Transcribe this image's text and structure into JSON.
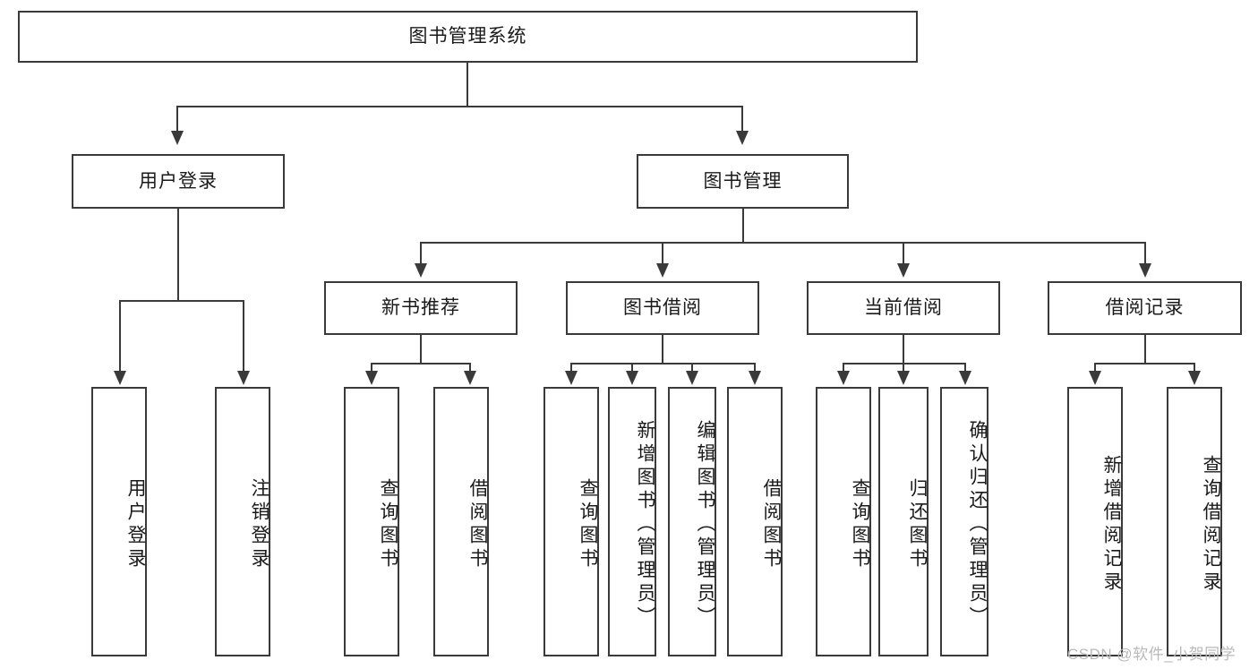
{
  "diagram": {
    "type": "tree-hierarchy-chart",
    "title": "图书管理系统",
    "orientation": "top-down",
    "colors": {
      "box_border": "#3a3a3a",
      "box_fill": "#ffffff",
      "connector": "#3a3a3a",
      "background": "#ffffff",
      "watermark": "#b9b9b9"
    },
    "root": {
      "label": "图书管理系统"
    },
    "level2": [
      {
        "id": "user-login",
        "label": "用户登录"
      },
      {
        "id": "book-management",
        "label": "图书管理"
      }
    ],
    "level3": [
      {
        "id": "new-book-recommend",
        "label": "新书推荐",
        "parent": "book-management"
      },
      {
        "id": "book-borrow",
        "label": "图书借阅",
        "parent": "book-management"
      },
      {
        "id": "current-borrow",
        "label": "当前借阅",
        "parent": "book-management"
      },
      {
        "id": "borrow-record",
        "label": "借阅记录",
        "parent": "book-management"
      }
    ],
    "leaves": {
      "user-login": [
        {
          "id": "leaf-user-login",
          "label": "用户登录"
        },
        {
          "id": "leaf-user-logout",
          "label": "注销登录"
        }
      ],
      "new-book-recommend": [
        {
          "id": "leaf-query-book-1",
          "label": "查询图书"
        },
        {
          "id": "leaf-borrow-book-1",
          "label": "借阅图书"
        }
      ],
      "book-borrow": [
        {
          "id": "leaf-query-book-2",
          "label": "查询图书"
        },
        {
          "id": "leaf-add-book-admin",
          "label": "新增图书（管理员）"
        },
        {
          "id": "leaf-edit-book-admin",
          "label": "编辑图书（管理员）"
        },
        {
          "id": "leaf-borrow-book-2",
          "label": "借阅图书"
        }
      ],
      "current-borrow": [
        {
          "id": "leaf-query-book-3",
          "label": "查询图书"
        },
        {
          "id": "leaf-return-book",
          "label": "归还图书"
        },
        {
          "id": "leaf-confirm-return-admin",
          "label": "确认归还（管理员）"
        }
      ],
      "borrow-record": [
        {
          "id": "leaf-add-borrow-record",
          "label": "新增借阅记录"
        },
        {
          "id": "leaf-query-borrow-record",
          "label": "查询借阅记录"
        }
      ]
    },
    "watermark": "CSDN @软件_小贺同学"
  }
}
